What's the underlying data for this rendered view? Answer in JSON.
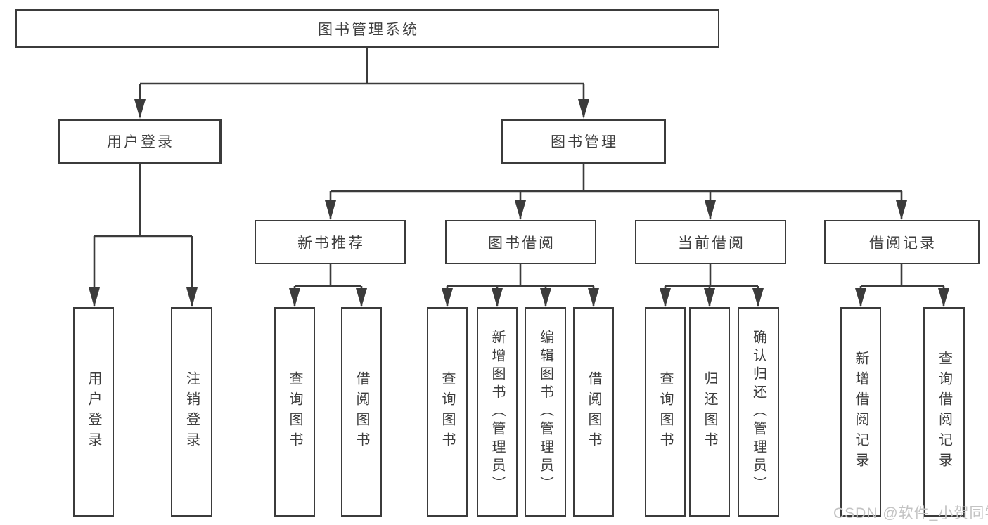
{
  "diagram": {
    "type": "hierarchy-tree",
    "colors": {
      "border": "#3b3b3b",
      "text": "#3d3d3d",
      "line": "#3b3b3b",
      "background": "#ffffff",
      "watermark": "#c3c3c3"
    },
    "nodes": {
      "root": {
        "label": "图书管理系统"
      },
      "user_login": {
        "label": "用户登录"
      },
      "book_mgmt": {
        "label": "图书管理"
      },
      "new_book_rec": {
        "label": "新书推荐"
      },
      "book_borrow": {
        "label": "图书借阅"
      },
      "current_borrow": {
        "label": "当前借阅"
      },
      "borrow_records": {
        "label": "借阅记录"
      },
      "leaf_user_login": {
        "label": "用户登录"
      },
      "leaf_logout": {
        "label": "注销登录"
      },
      "leaf_query_books_rec": {
        "label": "查询图书"
      },
      "leaf_borrow_books_rec": {
        "label": "借阅图书"
      },
      "leaf_query_books_borrow": {
        "label": "查询图书"
      },
      "leaf_add_books": {
        "label": "新增图书（管理员）"
      },
      "leaf_edit_books": {
        "label": "编辑图书（管理员）"
      },
      "leaf_borrow_books": {
        "label": "借阅图书"
      },
      "leaf_query_books_current": {
        "label": "查询图书"
      },
      "leaf_return_books": {
        "label": "归还图书"
      },
      "leaf_confirm_return": {
        "label": "确认归还（管理员）"
      },
      "leaf_add_borrow_record": {
        "label": "新增借阅记录"
      },
      "leaf_query_borrow_record": {
        "label": "查询借阅记录"
      }
    },
    "edges": [
      [
        "root",
        "user_login"
      ],
      [
        "root",
        "book_mgmt"
      ],
      [
        "user_login",
        "leaf_user_login"
      ],
      [
        "user_login",
        "leaf_logout"
      ],
      [
        "book_mgmt",
        "new_book_rec"
      ],
      [
        "book_mgmt",
        "book_borrow"
      ],
      [
        "book_mgmt",
        "current_borrow"
      ],
      [
        "book_mgmt",
        "borrow_records"
      ],
      [
        "new_book_rec",
        "leaf_query_books_rec"
      ],
      [
        "new_book_rec",
        "leaf_borrow_books_rec"
      ],
      [
        "book_borrow",
        "leaf_query_books_borrow"
      ],
      [
        "book_borrow",
        "leaf_add_books"
      ],
      [
        "book_borrow",
        "leaf_edit_books"
      ],
      [
        "book_borrow",
        "leaf_borrow_books"
      ],
      [
        "current_borrow",
        "leaf_query_books_current"
      ],
      [
        "current_borrow",
        "leaf_return_books"
      ],
      [
        "current_borrow",
        "leaf_confirm_return"
      ],
      [
        "borrow_records",
        "leaf_add_borrow_record"
      ],
      [
        "borrow_records",
        "leaf_query_borrow_record"
      ]
    ],
    "watermark": "CSDN @软件_小贺同学"
  }
}
